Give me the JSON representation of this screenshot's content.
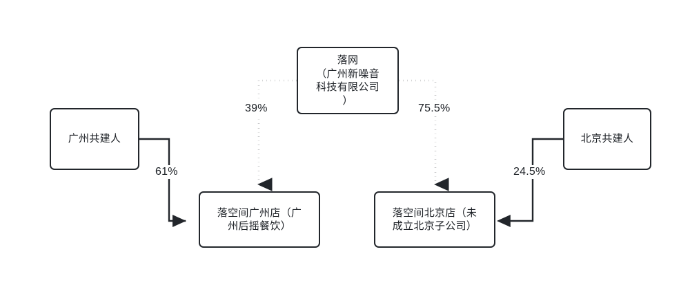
{
  "diagram": {
    "type": "ownership-structure-flowchart",
    "background_color": "#ffffff",
    "stroke_color": "#22262b",
    "text_color": "#1b1f24",
    "nodes": [
      {
        "id": "luowang",
        "label": "落网\n（广州新噪音\n科技有限公司\n）",
        "role": "parent-company"
      },
      {
        "id": "gz_partner",
        "label": "广州共建人",
        "role": "co-founder"
      },
      {
        "id": "bj_partner",
        "label": "北京共建人",
        "role": "co-founder"
      },
      {
        "id": "gz_store",
        "label": "落空间广州店（广\n州后摇餐饮）",
        "role": "subsidiary-store"
      },
      {
        "id": "bj_store",
        "label": "落空间北京店（未\n成立北京子公司）",
        "role": "subsidiary-store"
      }
    ],
    "edges": [
      {
        "id": "gz_partner_to_gz_store",
        "from": "gz_partner",
        "to": "gz_store",
        "label": "61%",
        "style": "solid"
      },
      {
        "id": "luowang_to_gz_store",
        "from": "luowang",
        "to": "gz_store",
        "label": "39%",
        "style": "dotted"
      },
      {
        "id": "luowang_to_bj_store",
        "from": "luowang",
        "to": "bj_store",
        "label": "75.5%",
        "style": "dotted"
      },
      {
        "id": "bj_partner_to_bj_store",
        "from": "bj_partner",
        "to": "bj_store",
        "label": "24.5%",
        "style": "solid"
      }
    ]
  }
}
